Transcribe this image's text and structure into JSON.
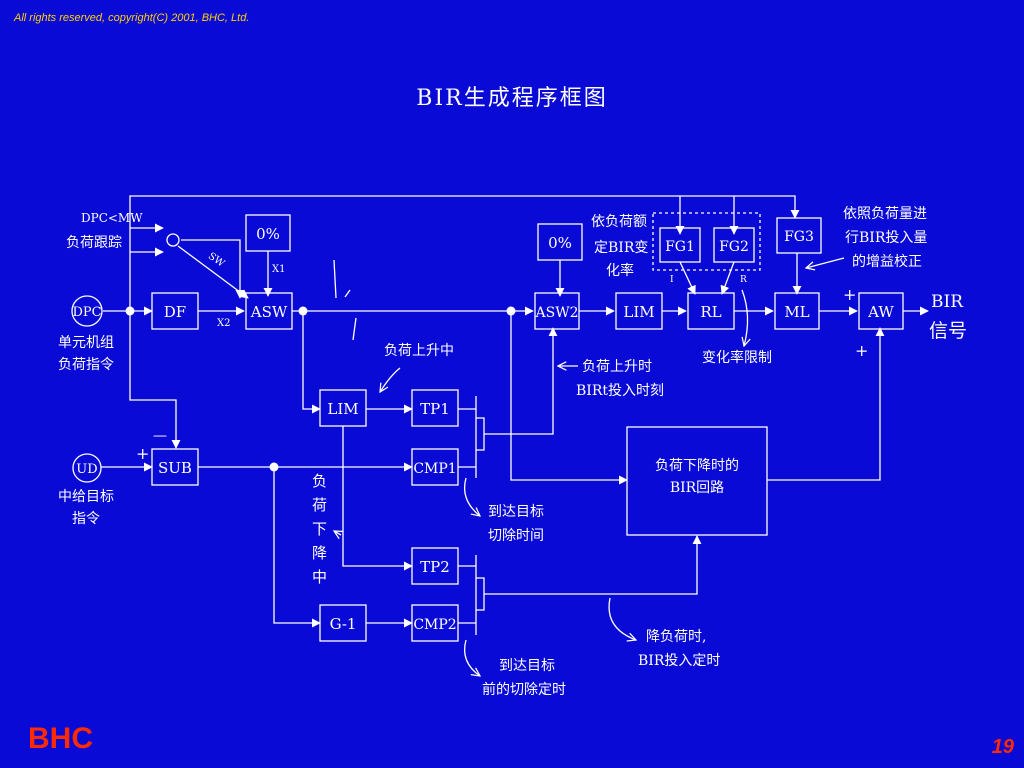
{
  "header": {
    "copyright": "All rights reserved, copyright(C) 2001, BHC, Ltd."
  },
  "title": "BIR生成程序框图",
  "footer": {
    "brand": "BHC",
    "page_number": "19"
  },
  "blocks": {
    "df": "DF",
    "asw": "ASW",
    "asw2": "ASW2",
    "lim1": "LIM",
    "rl": "RL",
    "ml": "ML",
    "aw": "AW",
    "lim2": "LIM",
    "tp1": "TP1",
    "cmp1": "CMP1",
    "sub": "SUB",
    "tp2": "TP2",
    "g1": "G-1",
    "cmp2": "CMP2",
    "zero1": "0%",
    "zero2": "0%",
    "fg1": "FG1",
    "fg2": "FG2",
    "fg3": "FG3",
    "bir_down": [
      "负荷下降时的",
      "BIR回路"
    ]
  },
  "nodes": {
    "dpc": "DPC",
    "ud": "UD"
  },
  "labels": {
    "dpc_mw": "DPC<MW",
    "load_track": "负荷跟踪",
    "sw": "SW",
    "x1": "X1",
    "x2": "X2",
    "dpc_desc": [
      "单元机组",
      "负荷指令"
    ],
    "ud_desc": [
      "中给目标",
      "指令"
    ],
    "fg_note": [
      "依负荷额",
      "定BIR变",
      "化率"
    ],
    "fg3_note": [
      "依照负荷量进",
      "行BIR投入量",
      "的增益校正"
    ],
    "rl_i": "I",
    "rl_r": "R",
    "bir_signal": [
      "BIR",
      "信号"
    ],
    "rate_limit": "变化率限制",
    "load_rising": "负荷上升中",
    "rising_time": [
      "负荷上升时",
      "BIRt投入时刻"
    ],
    "load_falling": [
      "负",
      "荷",
      "下",
      "降",
      "中"
    ],
    "reach_target": [
      "到达目标",
      "切除时间"
    ],
    "reach_target2": [
      "到达目标",
      "前的切除定时"
    ],
    "drop_bir": [
      "降负荷时,",
      "BIR投入定时"
    ],
    "plus_ml": "+",
    "plus_aw": "+",
    "plus_sub": "+",
    "minus_sub": "—"
  }
}
